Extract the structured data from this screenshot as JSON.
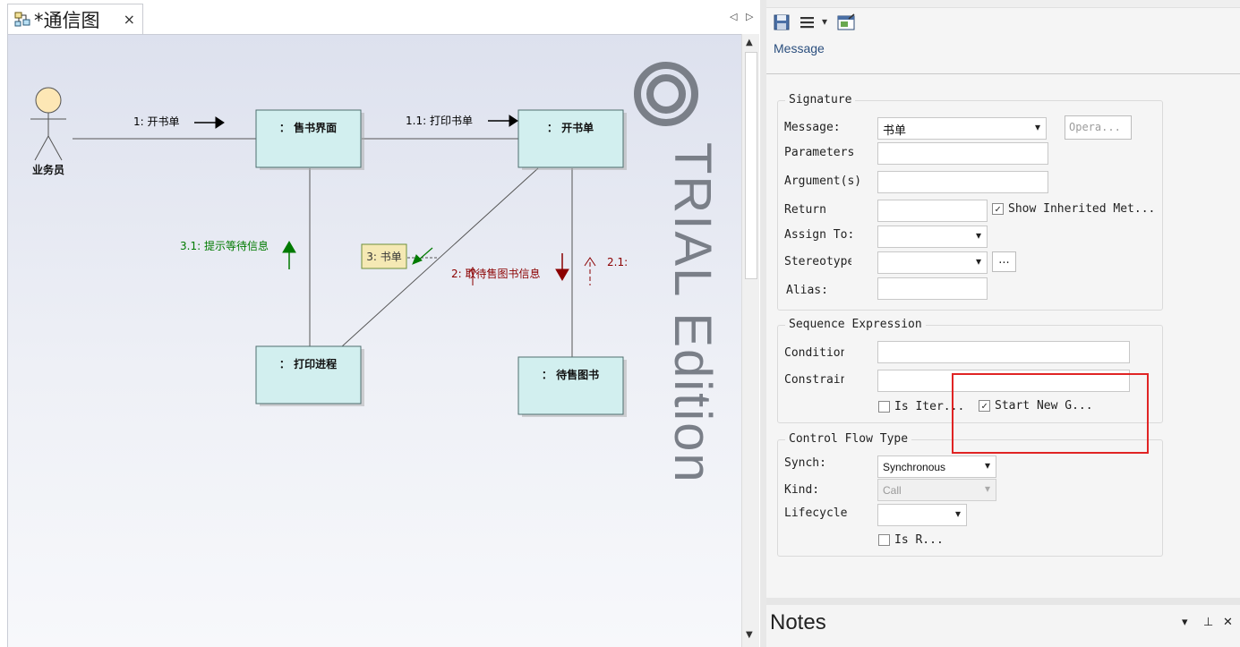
{
  "diagram_tab": {
    "title": "*通信图",
    "close": "×",
    "icon": "communication-diagram-icon"
  },
  "tab_nav": {
    "prev": "◁",
    "next": "▷"
  },
  "diagram": {
    "watermark": "TRIAL Edition",
    "actor": {
      "name": "业务员"
    },
    "objects": [
      {
        "id": "sell-ui",
        "label": "： 售书界面"
      },
      {
        "id": "open-order",
        "label": "： 开书单"
      },
      {
        "id": "print-process",
        "label": "： 打印进程"
      },
      {
        "id": "pending-books",
        "label": "： 待售图书"
      }
    ],
    "messages": [
      {
        "id": "m1",
        "text": "1: 开书单",
        "color": "#000000"
      },
      {
        "id": "m11",
        "text": "1.1: 打印书单",
        "color": "#000000"
      },
      {
        "id": "m31",
        "text": "3.1: 提示等待信息",
        "color": "#007a00"
      },
      {
        "id": "m2",
        "text": "2: 取待售图书信息",
        "color": "#8b0000"
      },
      {
        "id": "m21",
        "text": "2.1:",
        "color": "#8b0000"
      }
    ],
    "note": {
      "text": "3: 书单"
    }
  },
  "scrollbar": {
    "up": "▲",
    "down": "▼"
  },
  "toolbar": {
    "icons": [
      "save-icon",
      "menu-icon",
      "properties-icon"
    ],
    "menu_caret": "▾"
  },
  "properties": {
    "tab": "Message",
    "signature": {
      "title": "Signature",
      "message_label": "Message:",
      "message_value": "书单",
      "operation_button": "Opera...",
      "parameters_label": "Parameters",
      "parameters_value": "",
      "arguments_label": "Argument(s)",
      "arguments_value": "",
      "return_label": "Return",
      "return_value": "",
      "show_inherited_label": "Show Inherited Met...",
      "show_inherited_checked": true,
      "assign_to_label": "Assign To:",
      "assign_to_value": "",
      "stereotype_label": "Stereotype",
      "stereotype_value": "",
      "stereotype_button": "...",
      "alias_label": "Alias:",
      "alias_value": ""
    },
    "sequence": {
      "title": "Sequence Expression",
      "condition_label": "Condition",
      "condition_value": "",
      "constraint_label": "Constraint",
      "constraint_value": "",
      "is_iterative_label": "Is Iter...",
      "is_iterative_checked": false,
      "start_new_group_label": "Start New G...",
      "start_new_group_checked": true
    },
    "control_flow": {
      "title": "Control Flow Type",
      "synch_label": "Synch:",
      "synch_value": "Synchronous",
      "kind_label": "Kind:",
      "kind_value": "Call",
      "lifecycle_label": "Lifecycle",
      "lifecycle_value": "",
      "is_return_label": "Is R...",
      "is_return_checked": false
    }
  },
  "notes": {
    "title": "Notes",
    "dropdown": "▾",
    "pin": "⊥",
    "close": "✕"
  },
  "colors": {
    "object_fill": "#d2efef",
    "note_fill": "#f5e9b4",
    "highlight": "#e02424",
    "watermark": "#7a7f88"
  }
}
